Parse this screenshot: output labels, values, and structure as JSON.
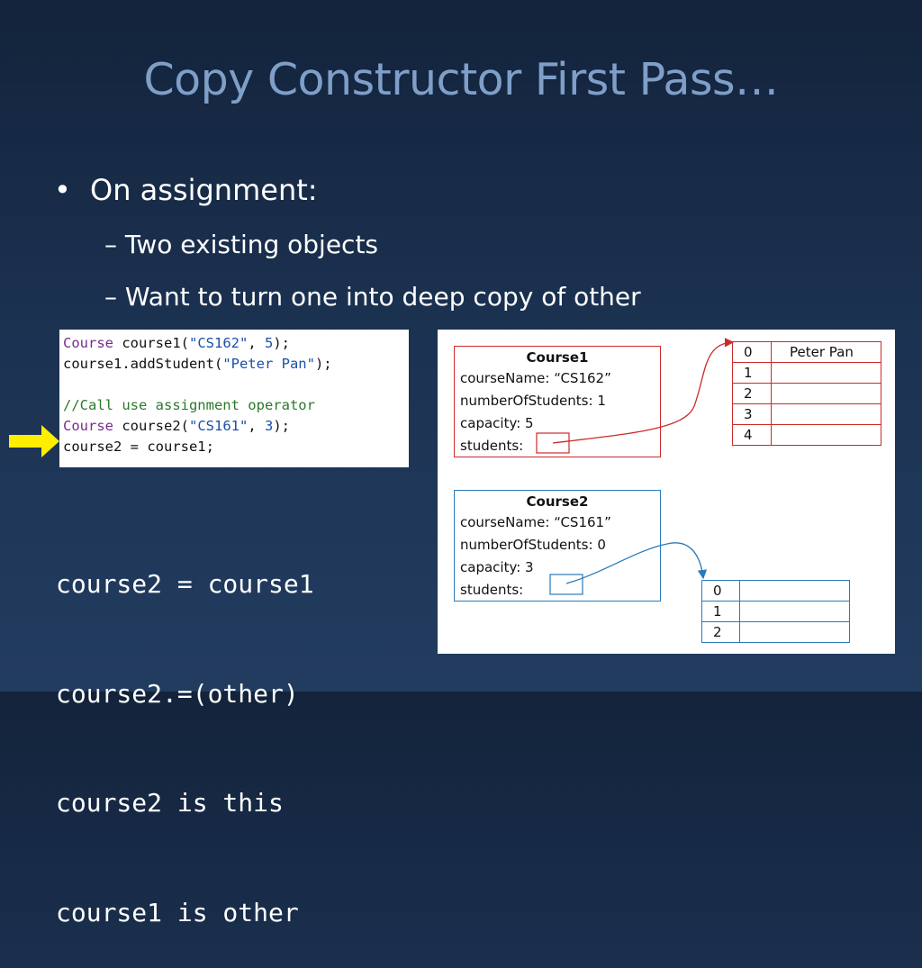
{
  "slide": {
    "title": "Copy Constructor First Pass…",
    "bullet": "On assignment:",
    "sub_bullets": [
      "– Two existing objects",
      "– Want to turn one into deep copy of other"
    ]
  },
  "code": {
    "lines": [
      [
        {
          "t": "Course",
          "c": "kw"
        },
        {
          "t": " course1(",
          "c": "tx"
        },
        {
          "t": "\"CS162\"",
          "c": "st"
        },
        {
          "t": ", ",
          "c": "tx"
        },
        {
          "t": "5",
          "c": "nm"
        },
        {
          "t": ");",
          "c": "tx"
        }
      ],
      [
        {
          "t": "course1.addStudent(",
          "c": "tx"
        },
        {
          "t": "\"Peter Pan\"",
          "c": "st"
        },
        {
          "t": ");",
          "c": "tx"
        }
      ],
      [],
      [
        {
          "t": "//Call use assignment operator",
          "c": "cm"
        }
      ],
      [
        {
          "t": "Course",
          "c": "kw"
        },
        {
          "t": " course2(",
          "c": "tx"
        },
        {
          "t": "\"CS161\"",
          "c": "st"
        },
        {
          "t": ", ",
          "c": "tx"
        },
        {
          "t": "3",
          "c": "nm"
        },
        {
          "t": ");",
          "c": "tx"
        }
      ],
      [
        {
          "t": "course2 = course1;",
          "c": "tx"
        }
      ]
    ]
  },
  "explanation": [
    "course2 = course1",
    "course2.=(other)",
    "course2 is this",
    "course1 is other"
  ],
  "diagram": {
    "course1": {
      "name": "Course1",
      "fields": [
        "courseName: “CS162”",
        "numberOfStudents:  1",
        "capacity: 5",
        "students:"
      ],
      "color": "#cc2a2a"
    },
    "course2": {
      "name": "Course2",
      "fields": [
        "courseName: “CS161”",
        "numberOfStudents:  0",
        "capacity: 3",
        "students:"
      ],
      "color": "#2a7ab8"
    },
    "array1": {
      "indices": [
        "0",
        "1",
        "2",
        "3",
        "4"
      ],
      "values": [
        "Peter Pan",
        "",
        "",
        "",
        ""
      ],
      "color": "#cc2a2a"
    },
    "array2": {
      "indices": [
        "0",
        "1",
        "2"
      ],
      "values": [
        "",
        "",
        ""
      ],
      "color": "#2a7ab8"
    }
  },
  "colors": {
    "pointer_arrow": "#ffee00"
  }
}
